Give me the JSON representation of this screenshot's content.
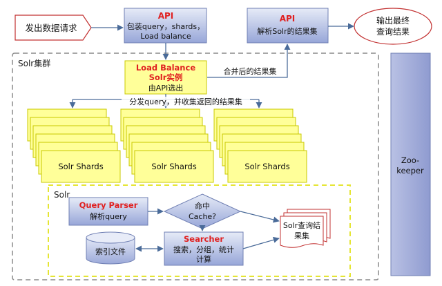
{
  "request": {
    "label": "发出数据请求"
  },
  "api_top": {
    "title": "API",
    "lines": [
      "包装query，shards，",
      "Load balance"
    ]
  },
  "api_result": {
    "title": "API",
    "text": "解析Solr的结果集"
  },
  "output": {
    "lines": [
      "输出最终",
      "查询结果"
    ]
  },
  "cluster": {
    "label": "Solr集群"
  },
  "load_balance": {
    "title1": "Load Balance",
    "title2": "Solr实例",
    "sub": "由API选出"
  },
  "merged_label": "合并后的结果集",
  "distribute_label": "分发query，并收集返回的结果集",
  "shards": {
    "label": "Solr Shards"
  },
  "solr_inner": {
    "label": "Solr"
  },
  "query_parser": {
    "title": "Query Parser",
    "sub": "解析query"
  },
  "cache_decision": {
    "lines": [
      "命中",
      "Cache?"
    ]
  },
  "result_set": {
    "lines": [
      "Solr查询结",
      "果集"
    ]
  },
  "index_file": {
    "label": "索引文件"
  },
  "searcher": {
    "title": "Searcher",
    "lines": [
      "搜索，分组，统计",
      "计算"
    ]
  },
  "zookeeper": {
    "lines": [
      "Zoo-",
      "keeper"
    ]
  },
  "colors": {
    "box_gradient_top": "#e6ebf7",
    "box_gradient_bottom": "#97a6d8",
    "box_stroke": "#6f7fb3",
    "red_title": "#e02020",
    "yellow_fill": "#ffff99",
    "yellow_stroke": "#c8c800",
    "zookeeper_fill": "#9ea8d7",
    "dashed_gray": "#8a8a8a",
    "dashed_yellow": "#e5e533",
    "arrow": "#4a6b99"
  }
}
